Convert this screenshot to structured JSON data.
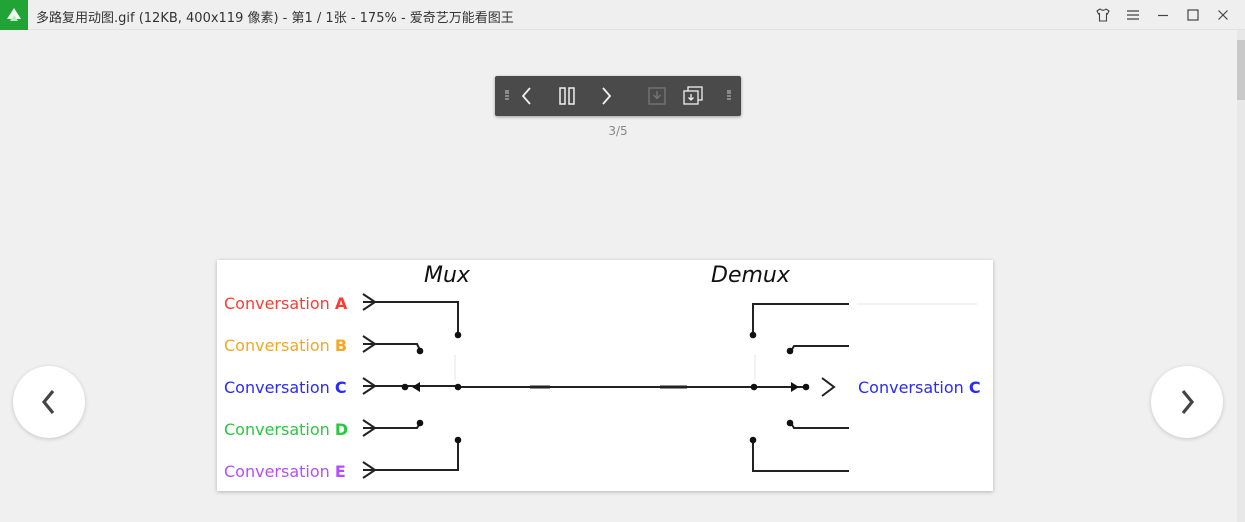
{
  "window": {
    "title": "多路复用动图.gif (12KB, 400x119 像素) - 第1 / 1张 - 175% - 爱奇艺万能看图王"
  },
  "viewer": {
    "page_counter": "3/5"
  },
  "diagram": {
    "mux_label": "Mux",
    "demux_label": "Demux",
    "inputs": [
      {
        "text": "Conversation ",
        "letter": "A",
        "color": "#ff3b30"
      },
      {
        "text": "Conversation ",
        "letter": "B",
        "color": "#f5a623"
      },
      {
        "text": "Conversation ",
        "letter": "C",
        "color": "#2a2aff"
      },
      {
        "text": "Conversation ",
        "letter": "D",
        "color": "#27c93f"
      },
      {
        "text": "Conversation ",
        "letter": "E",
        "color": "#b44dff"
      }
    ],
    "output": {
      "text": "Conversation ",
      "letter": "C",
      "color": "#2a2aff"
    }
  },
  "colors": {
    "accent_logo": "#21a336",
    "toolbar_bg": "#4a4a4a"
  }
}
